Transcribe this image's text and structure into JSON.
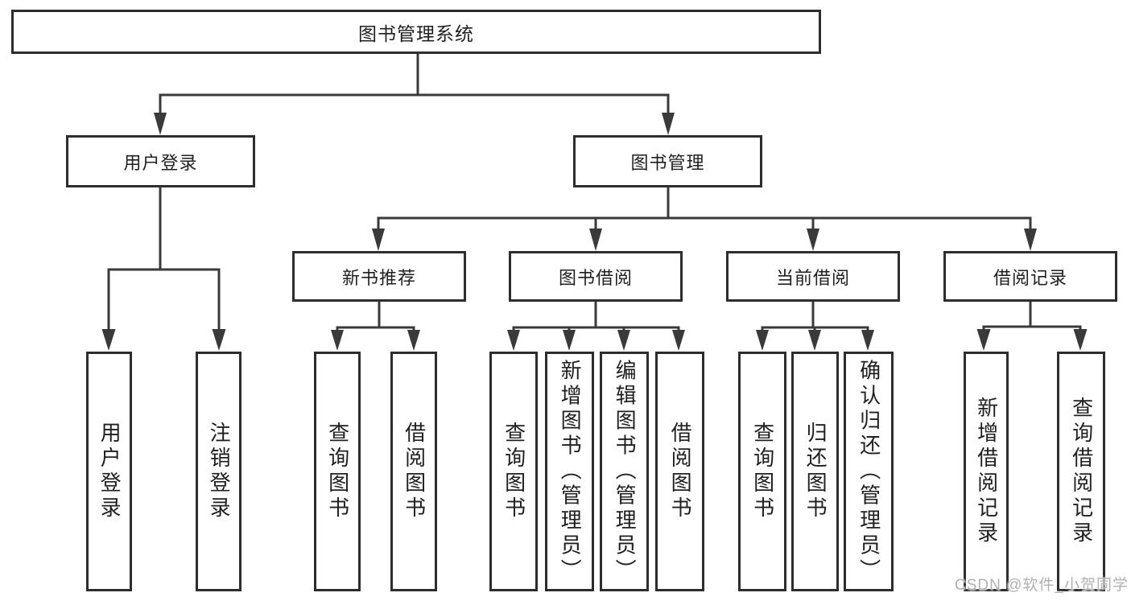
{
  "diagram": {
    "root": {
      "label": "图书管理系统"
    },
    "branches": [
      {
        "label": "用户登录",
        "children": [
          {
            "label": "用户登录"
          },
          {
            "label": "注销登录"
          }
        ]
      },
      {
        "label": "图书管理",
        "children": [
          {
            "label": "新书推荐",
            "children": [
              {
                "label": "查询图书"
              },
              {
                "label": "借阅图书"
              }
            ]
          },
          {
            "label": "图书借阅",
            "children": [
              {
                "label": "查询图书"
              },
              {
                "label": "新增图书（管理员）"
              },
              {
                "label": "编辑图书（管理员）"
              },
              {
                "label": "借阅图书"
              }
            ]
          },
          {
            "label": "当前借阅",
            "children": [
              {
                "label": "查询图书"
              },
              {
                "label": "归还图书"
              },
              {
                "label": "确认归还（管理员）"
              }
            ]
          },
          {
            "label": "借阅记录",
            "children": [
              {
                "label": "新增借阅记录"
              },
              {
                "label": "查询借阅记录"
              }
            ]
          }
        ]
      }
    ]
  },
  "watermark": {
    "text": "CSDN @软件_小贺同学"
  },
  "colors": {
    "line": "#3a3a3a",
    "border": "#2d2d2d",
    "text": "#1f1f1f",
    "bg": "#ffffff",
    "watermark": "#b1b1b1"
  }
}
